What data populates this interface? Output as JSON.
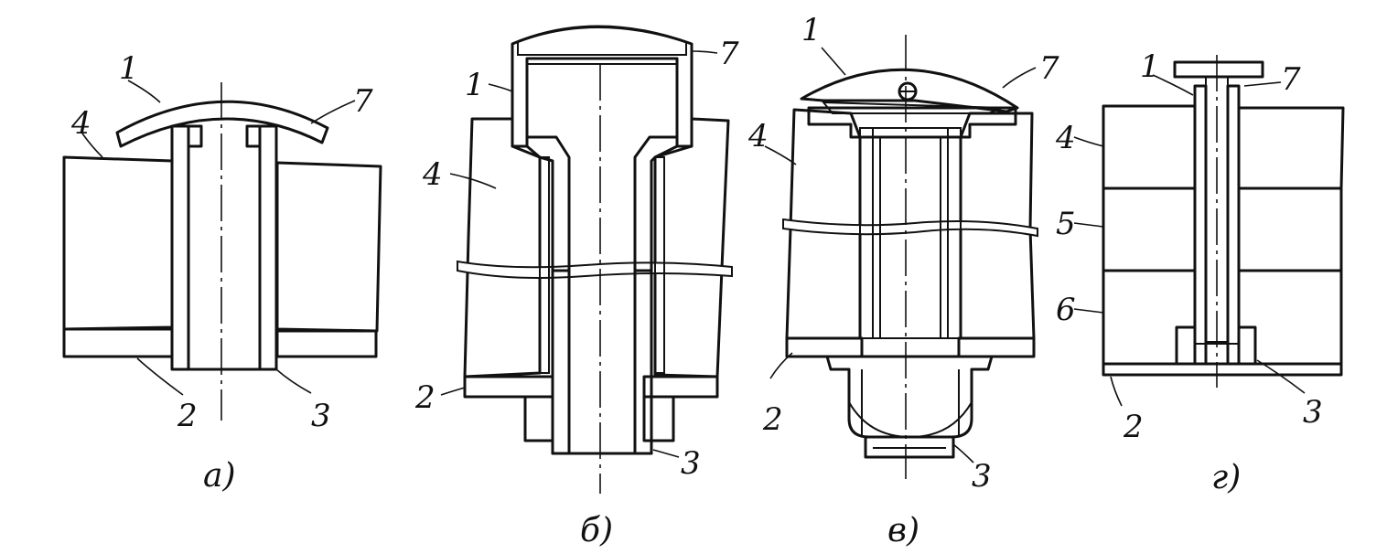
{
  "figures": [
    {
      "id": "a",
      "caption": "а)",
      "labels": [
        "1",
        "7",
        "4",
        "2",
        "3"
      ]
    },
    {
      "id": "b",
      "caption": "б)",
      "labels": [
        "1",
        "7",
        "4",
        "2",
        "3"
      ]
    },
    {
      "id": "v",
      "caption": "в)",
      "labels": [
        "1",
        "7",
        "4",
        "2",
        "3"
      ]
    },
    {
      "id": "g",
      "caption": "г)",
      "labels": [
        "1",
        "7",
        "4",
        "5",
        "6",
        "2",
        "3"
      ]
    }
  ]
}
